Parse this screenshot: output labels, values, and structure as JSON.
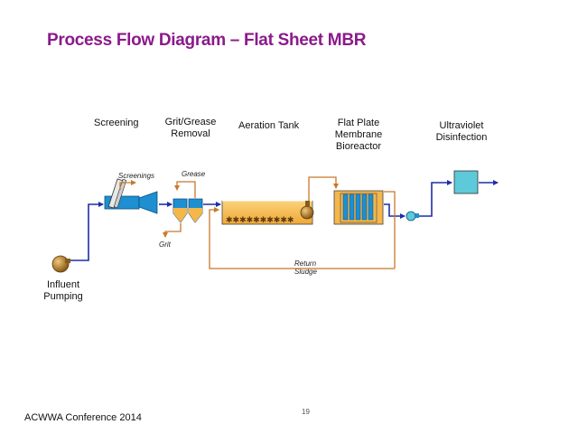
{
  "title": "Process Flow Diagram – Flat Sheet MBR",
  "stages": {
    "screening": "Screening",
    "grit_line1": "Grit/Grease",
    "grit_line2": "Removal",
    "aeration": "Aeration Tank",
    "mbr_line1": "Flat Plate",
    "mbr_line2": "Membrane",
    "mbr_line3": "Bioreactor",
    "uv_line1": "Ultraviolet",
    "uv_line2": "Disinfection",
    "influent_line1": "Influent",
    "influent_line2": "Pumping"
  },
  "labels": {
    "screenings": "Screenings",
    "grease": "Grease",
    "grit": "Grit",
    "return_line1": "Return",
    "return_line2": "Sludge"
  },
  "footer": "ACWWA Conference 2014",
  "page_number": "19",
  "colors": {
    "title": "#8b1a8b",
    "water_line": "#1f2ea8",
    "sludge_line": "#c8782a",
    "tank_fill": "#f5b74a",
    "equipment_blue": "#1e8fd0",
    "uv_fill": "#5ec9d8",
    "pump_brown": "#b07a2a"
  }
}
